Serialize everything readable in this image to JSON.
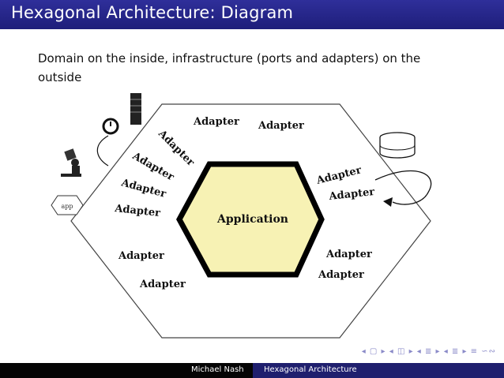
{
  "slide": {
    "title": "Hexagonal Architecture: Diagram",
    "subtitle": "Domain on the inside, infrastructure (ports and adapters) on the outside"
  },
  "diagram": {
    "center_label": "Application",
    "adapter_label": "Adapter",
    "app_badge": "app",
    "colors": {
      "core_fill": "#f7f2b4",
      "core_stroke": "#000000",
      "outer_stroke": "#333333"
    }
  },
  "footer": {
    "author": "Michael Nash",
    "short_title": "Hexagonal Architecture",
    "nav": "◂ ▢ ▸ ◂ ◫ ▸ ◂ ≣ ▸ ◂ ≣ ▸ ≡ ∽∾"
  }
}
